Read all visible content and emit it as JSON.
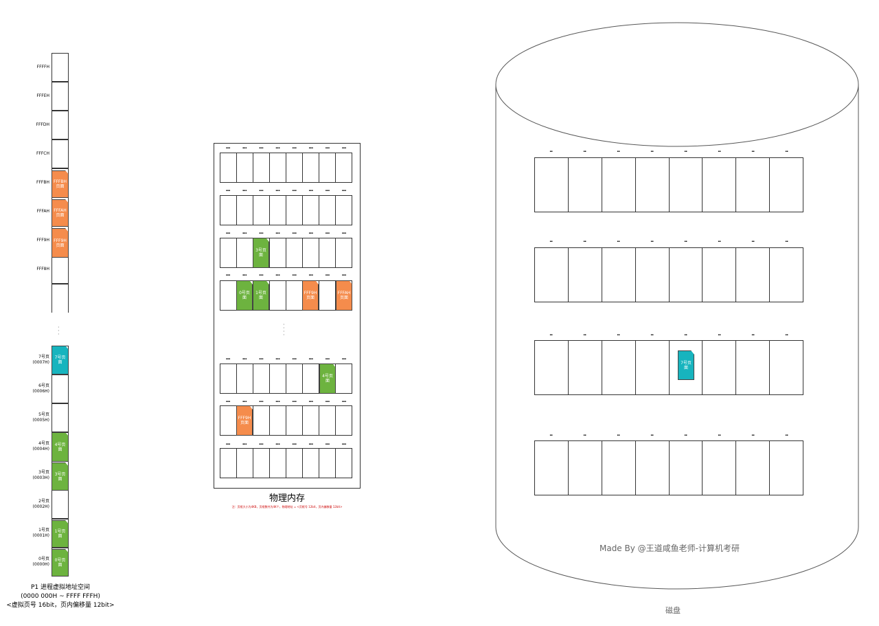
{
  "virtual": {
    "top_labels": [
      "FFFFH",
      "FFFEH",
      "FFFDH",
      "FFFCH",
      "FFFBH",
      "FFFAH",
      "FFF9H",
      "FFF8H"
    ],
    "bottom_labels": [
      {
        "line1": "7号页",
        "line2": "(0007H)"
      },
      {
        "line1": "6号页",
        "line2": "(0006H)"
      },
      {
        "line1": "5号页",
        "line2": "(0005H)"
      },
      {
        "line1": "4号页",
        "line2": "(0004H)"
      },
      {
        "line1": "3号页",
        "line2": "(0003H)"
      },
      {
        "line1": "2号页",
        "line2": "(0002H)"
      },
      {
        "line1": "1号页",
        "line2": "(0001H)"
      },
      {
        "line1": "0号页",
        "line2": "(0000H)"
      }
    ],
    "pages": {
      "p_fffb": "FFFBH 页面",
      "p_fffa": "FFFAH 页面",
      "p_fff9": "FFF9H 页面",
      "p7": "7号页 面",
      "p4": "4号页 面",
      "p3": "3号页 面",
      "p1": "1号页 面",
      "p0": "0号页 面"
    },
    "caption1": "P1 进程虚拟地址空间",
    "caption2": "(0000 000H ~ FFFF FFFH)",
    "caption3": "<虚拟页号 16bit，页内偏移量 12bit>"
  },
  "memory": {
    "title": "物理内存",
    "note": "注：页框大小为4KB，页框数共为4K个，物理地址 = <页框号 12bit，页内偏移量 12bit>",
    "pages": {
      "m_3": "3号页 面",
      "m_0": "0号页 面",
      "m_1": "1号页 面",
      "m_fff9": "FFF9H 页面",
      "m_fffa": "FFFAH 页面",
      "m_4": "4号页 面",
      "m_fff9b": "FFF9H 页面"
    }
  },
  "disk": {
    "title": "磁盘",
    "watermark": "Made By @王道咸鱼老师-计算机考研",
    "page7": "7号页 面"
  },
  "colors": {
    "orange": "#f58c4c",
    "green": "#6db33f",
    "cyan": "#17b4be"
  }
}
